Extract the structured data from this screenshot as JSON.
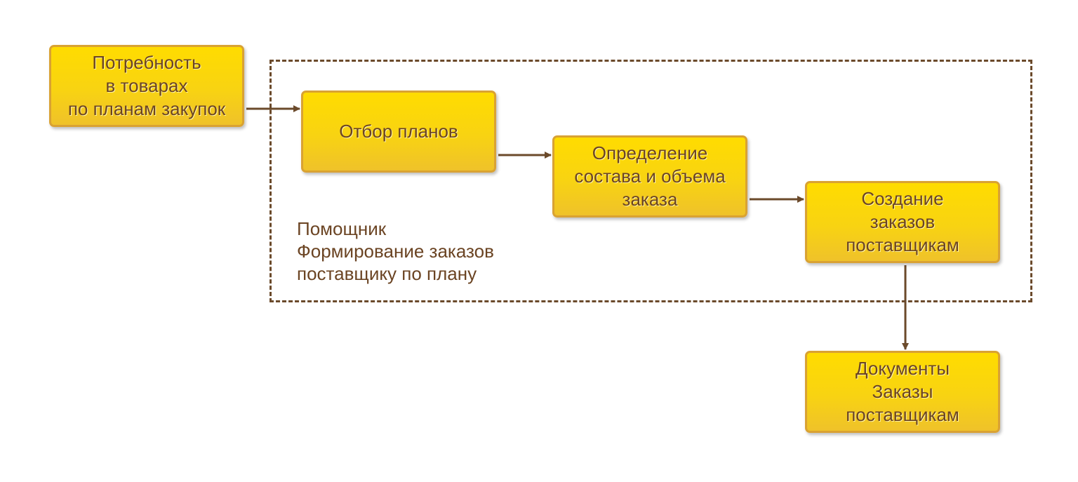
{
  "boxes": [
    {
      "label": "Потребность\nв товарах\nпо планам закупок"
    },
    {
      "label": "Отбор планов"
    },
    {
      "label": "Определение\nсостава и объема\nзаказа"
    },
    {
      "label": "Создание\nзаказов\nпоставщикам"
    },
    {
      "label": "Документы\nЗаказы\nпоставщикам"
    }
  ],
  "group_label": "Помощник\nФормирование заказов\nпоставщику по плану",
  "colors": {
    "arrow": "#6b4a2b",
    "box_fill": "#ffdc00",
    "box_border": "#d9a233",
    "text": "#6b4423"
  }
}
